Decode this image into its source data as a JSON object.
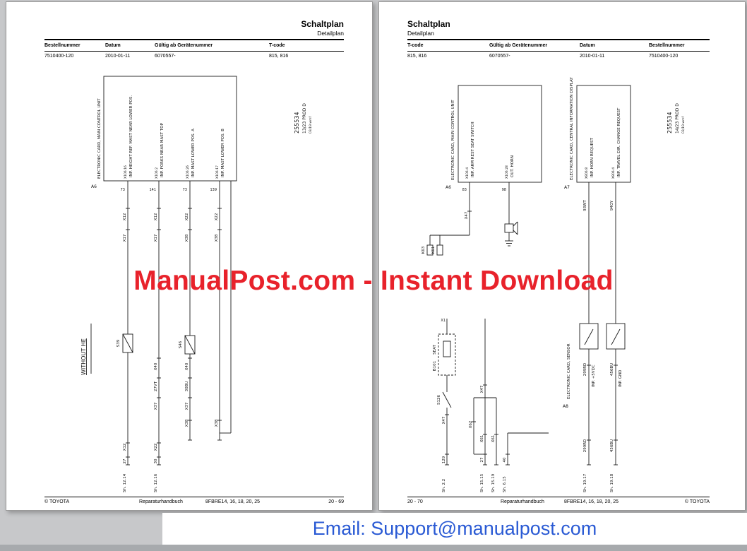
{
  "watermark": {
    "text": "ManualPost.com - Instant Download"
  },
  "email_bar": {
    "text": "Email: Support@manualpost.com"
  },
  "page_left": {
    "title": "Schaltplan",
    "subtitle": "Detailplan",
    "info": {
      "headers": [
        "Bestellnummer",
        "Datum",
        "Gültig ab Gerätenummer",
        "T-code"
      ],
      "values": [
        "7510400-120",
        "2010-01-11",
        "6070557-",
        "815, 816"
      ]
    },
    "sheet_id": {
      "number": "255534",
      "sheet": "13/23 PROD D",
      "file": "03/19.wmf"
    },
    "diagram": {
      "ecu_label": "ELECTRONIC CARD, MAIN CONTROL UNIT",
      "ecu_ref": "A6",
      "pin1_label": "INP. HEIGHT REF. MAST NEAR LOWER POS.",
      "pin1_id": "X106:16",
      "pin1_wire": "73",
      "pin2_label": "INP. FORKS NEAR MAST TOP",
      "pin2_id": "X106:2",
      "pin2_wire": "141",
      "pin3_label": "INP. MAST LOWER POS. A",
      "pin3_id": "X106:26",
      "pin3_wire": "73",
      "pin4_label": "INP. MAST LOWER POS. B",
      "pin4_id": "X106:17",
      "pin4_wire": "139",
      "conn_x12a": "X12",
      "conn_x17a": "X17",
      "conn_x12b": "X12",
      "conn_x17b": "X17",
      "conn_x22a": "X22",
      "conn_x38a": "X38",
      "conn_x22b": "X22",
      "conn_x38b": "X38",
      "note": "WITHOUT HE",
      "switch1": "S39",
      "switch2": "S46",
      "x40a": "X40",
      "x40b": "X40",
      "wire27vt": "27VT",
      "wire30bu": "30BU",
      "x37a": "X37",
      "x37b": "X37",
      "x38c": "X38",
      "x38d": "X38",
      "x12c": "X12",
      "x22c": "X22",
      "num27": "27",
      "num30": "30",
      "sheet_ref1": "Sh. 12.14",
      "sheet_ref2": "Sh. 12.16"
    },
    "footer": {
      "copyright": "© TOYOTA",
      "book": "Reparaturhandbuch",
      "models": "8FBRE14, 16, 18, 20, 25",
      "page_no": "20 - 69"
    }
  },
  "page_right": {
    "title": "Schaltplan",
    "subtitle": "Detailplan",
    "info": {
      "headers": [
        "T-code",
        "Gültig ab Gerätenummer",
        "Datum",
        "Bestellnummer"
      ],
      "values": [
        "815, 816",
        "6070557-",
        "2010-01-11",
        "7510400-120"
      ]
    },
    "sheet_id": {
      "number": "255534",
      "sheet": "14/23 PROD D",
      "file": "03/19.wmf"
    },
    "diagram": {
      "ecu1_label": "ELECTRONIC CARD, MAIN CONTROL UNIT",
      "ecu1_ref": "A6",
      "ecu1_pin1_label": "INP. ARM REST SEAT SWITCH",
      "ecu1_pin1_id": "X106:4",
      "ecu1_pin1_wire": "83",
      "ecu1_pin2_label": "OUT. HORN",
      "ecu1_pin2_id": "X106:28",
      "ecu1_pin2_wire": "98",
      "x47a": "X47",
      "k63": "K63",
      "k61": "K61",
      "ecu2_label": "ELECTRONIC CARD, CENTRAL INFORMATION DISPLAY",
      "ecu2_ref": "A7",
      "ecu2_pin1_label": "INP. HORN REQUEST",
      "ecu2_pin1_id": "X806:8",
      "ecu2_pin1_wire": "93WT",
      "ecu2_pin2_label": "INP. TRAVEL DIR. CHANGE REQUEST",
      "ecu2_pin2_id": "X806:4",
      "ecu2_pin2_wire": "94GY",
      "ecu3_label": "ELECTRONIC CARD, SENSOR",
      "ecu3_ref": "A8",
      "ecu3_pin1_label": "INP. +5VDC",
      "ecu3_pin2_label": "INP. GND",
      "wire299a": "299RD",
      "wire299b": "299RD",
      "wire456a": "456BU",
      "wire456b": "456BU",
      "x1": "X1",
      "seat_label": "SEAT",
      "seat_ref": "B101",
      "switch1": "S126",
      "x47b": "X47",
      "x47c": "X47",
      "x62": "X62",
      "x61a": "X61",
      "x61b": "X61",
      "num129": "129",
      "num27": "27",
      "num40": "40",
      "sheet_ref1": "Sh. 2.2",
      "sheet_ref2": "Sh. 15.15",
      "sheet_ref3": "Sh. 15.19",
      "sheet_ref4": "Sh. 6.15",
      "sheet_ref5": "Sh. 19.17",
      "sheet_ref6": "Sh. 19.18"
    },
    "footer": {
      "page_no": "20 - 70",
      "book": "Reparaturhandbuch",
      "models": "8FBRE14, 16, 18, 20, 25",
      "copyright": "© TOYOTA"
    }
  }
}
